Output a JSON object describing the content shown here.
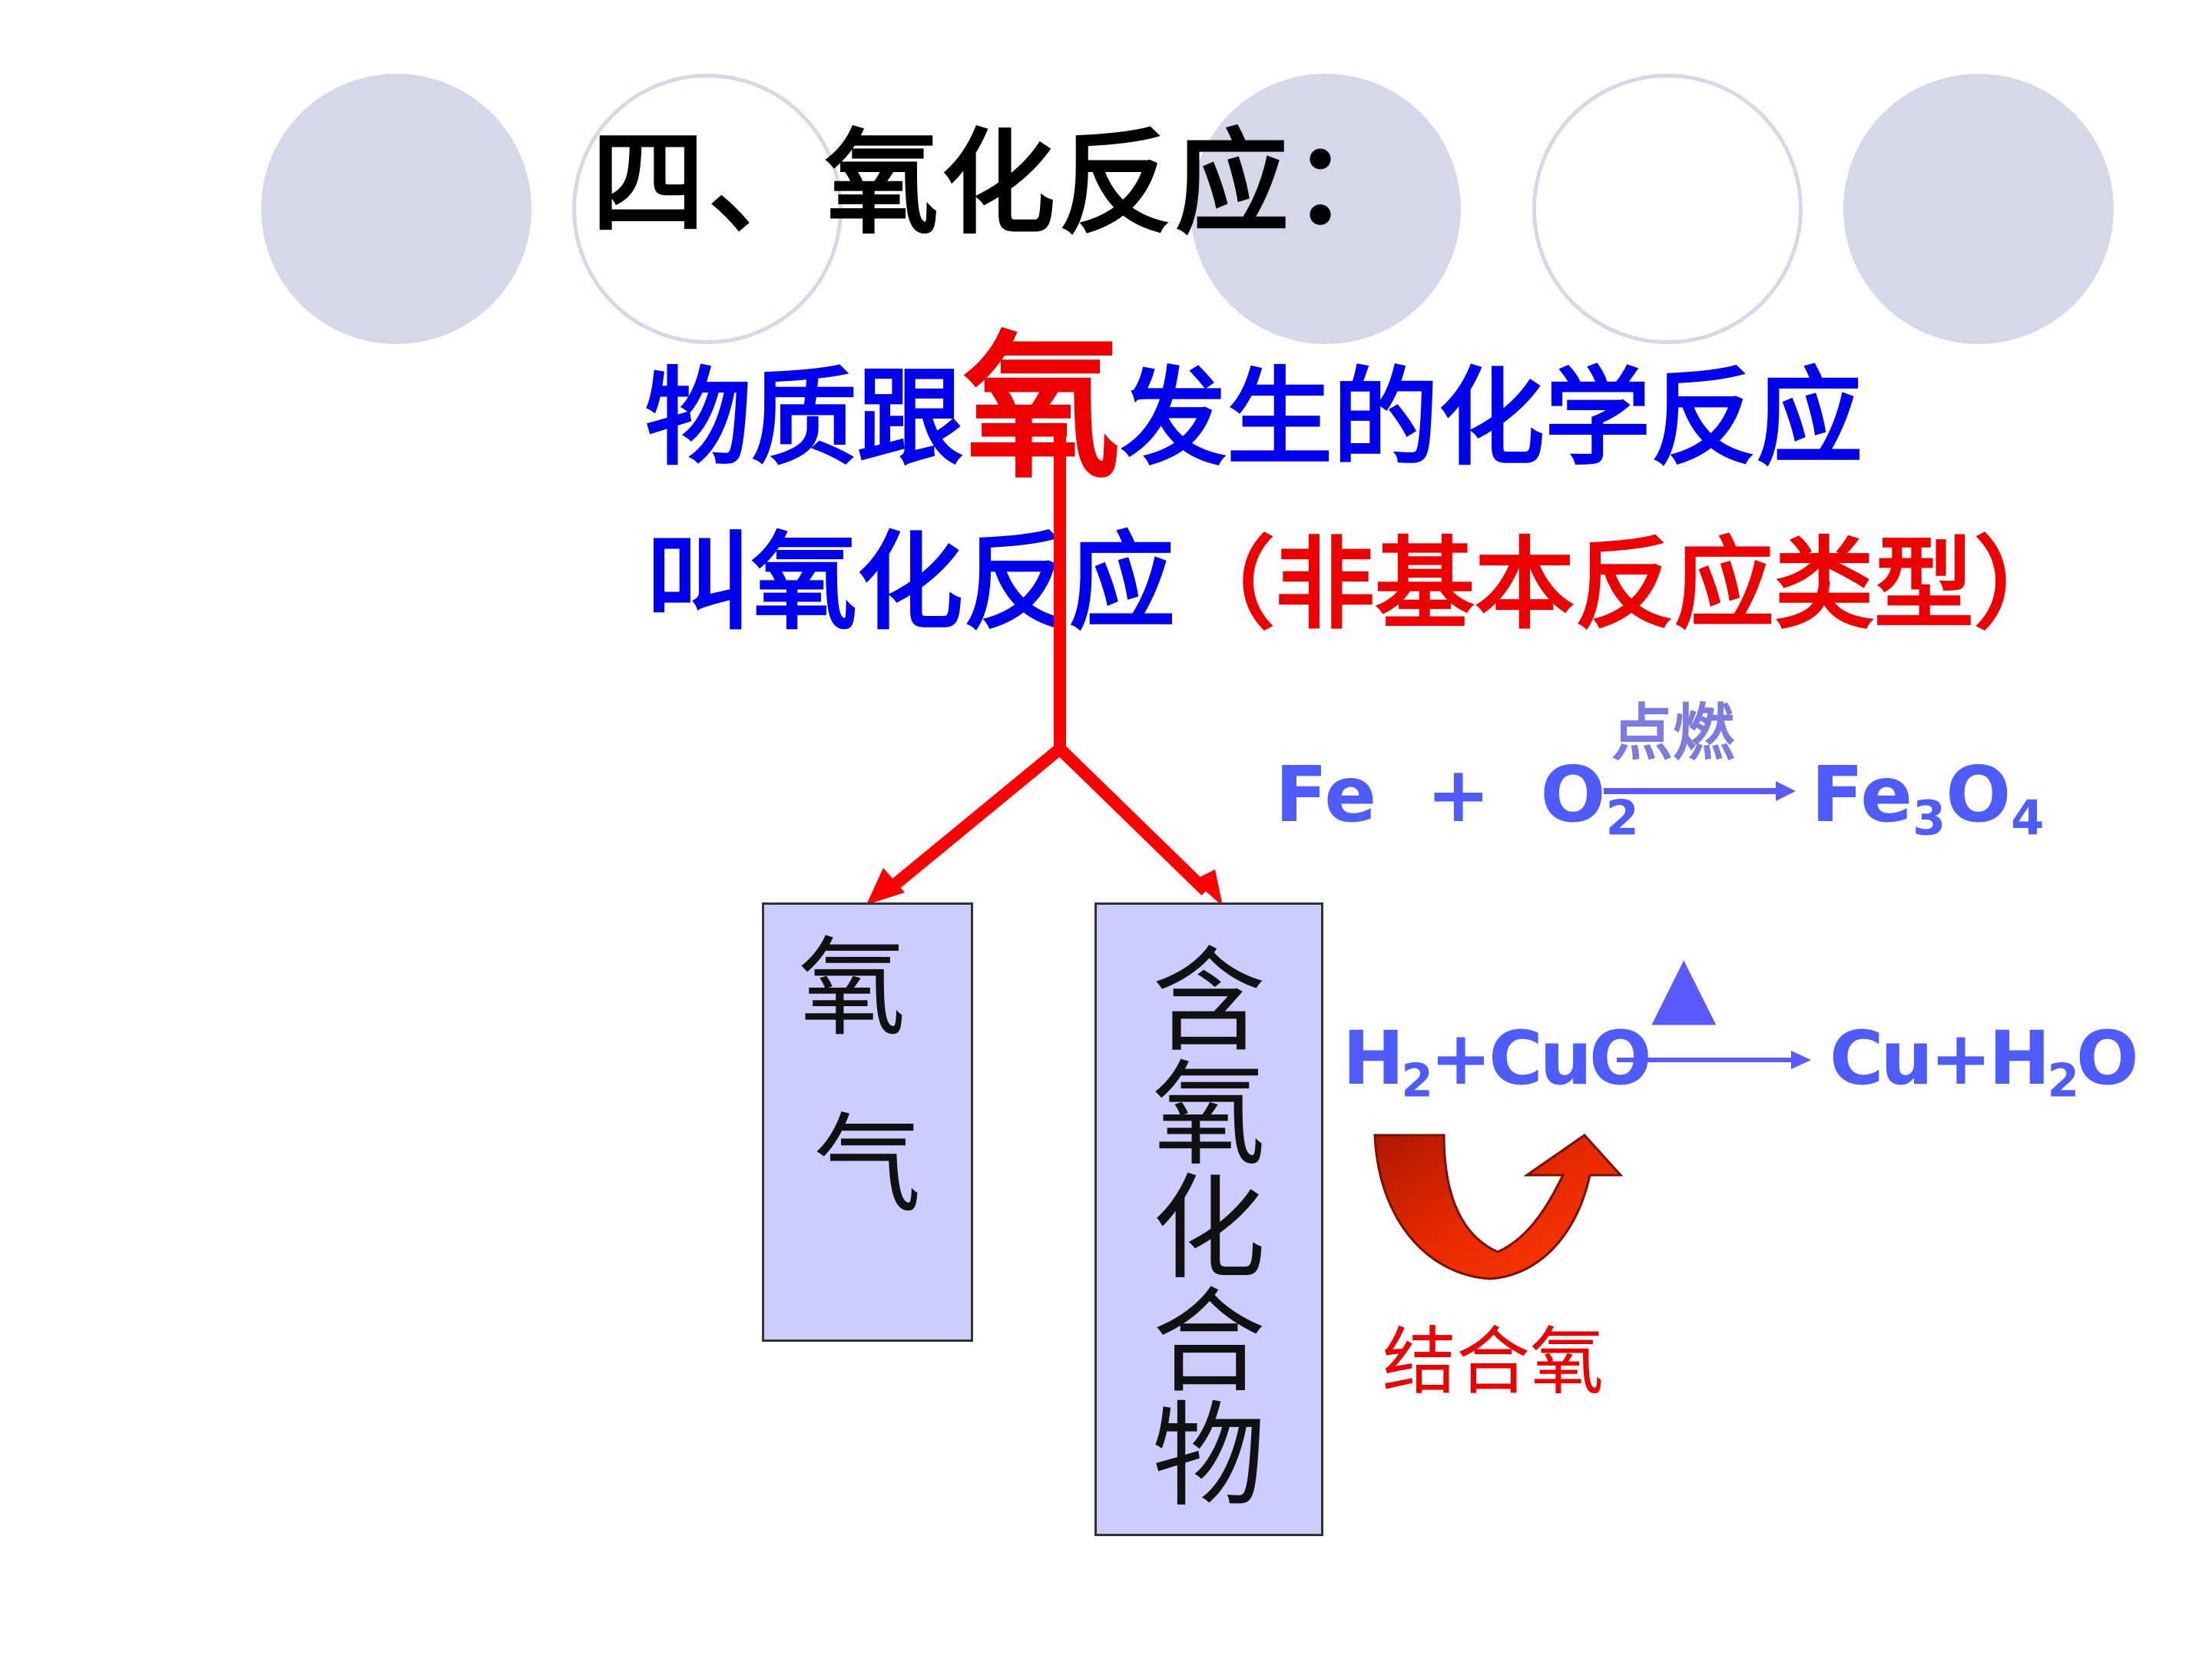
{
  "title": "四、氧化反应：",
  "definition": {
    "line1_prefix": "物质跟",
    "line1_emphasis": "氧",
    "line1_suffix": "发生的化学反应",
    "line2_main": "叫氧化反应",
    "line2_note": "（非基本反应类型）"
  },
  "boxes": {
    "oxygen_chars": [
      "氧",
      "气"
    ],
    "compound_chars": [
      "含",
      "氧",
      "化",
      "合",
      "物"
    ]
  },
  "reaction1": {
    "reactant_a": "Fe",
    "plus": "+",
    "reactant_b": "O",
    "reactant_b_sub": "2",
    "condition": "点燃",
    "product": "Fe",
    "product_sub1": "3",
    "product_o": "O",
    "product_sub2": "4"
  },
  "reaction2": {
    "reactant_h": "H",
    "reactant_h_sub": "2",
    "reactant_rest": "+CuO",
    "condition_symbol": "▲",
    "product_cu": "Cu+H",
    "product_sub": "2",
    "product_o": "O"
  },
  "combine_label": "结合氧",
  "colors": {
    "circle_fill": "#d7d7ea",
    "definition_blue": "#0000ee",
    "emphasis_red": "#ee0000",
    "box_fill": "#ccccff",
    "equation_blue": "#4d5bff",
    "arrow_red": "#ff0000"
  }
}
